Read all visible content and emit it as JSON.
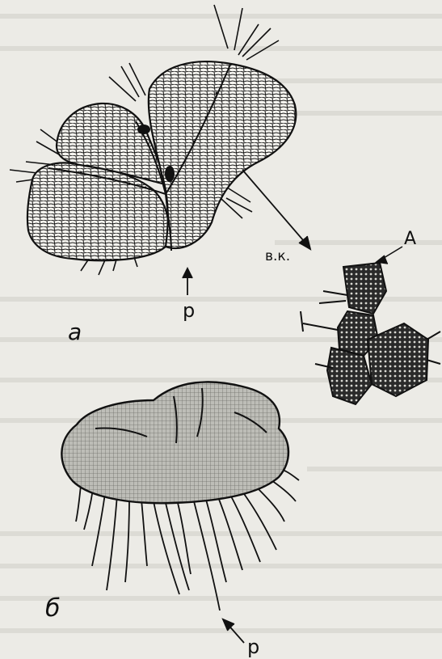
{
  "figure": {
    "labels": {
      "part_a": "а",
      "part_b": "б",
      "rhizoids_a": "р",
      "rhizoids_b": "р",
      "ventral_scales": "в.к.",
      "detail_A": "А"
    }
  }
}
